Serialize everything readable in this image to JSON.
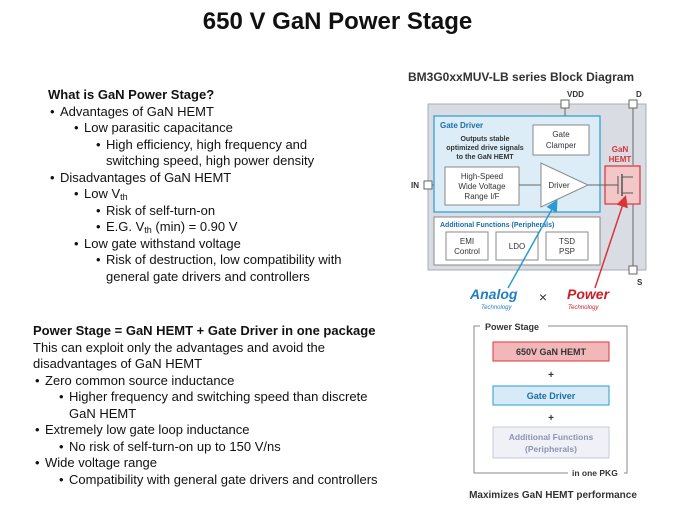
{
  "title": "650 V GaN Power Stage",
  "section1": {
    "heading": "What is GaN Power Stage?",
    "adv": "Advantages of GaN HEMT",
    "adv_low_cap": "Low parasitic capacitance",
    "adv_high_eff_1": "High efficiency, high frequency and",
    "adv_high_eff_2": "switching speed, high power density",
    "disadv": "Disadvantages of GaN HEMT",
    "low_vth_prefix": "Low V",
    "th": "th",
    "risk_self": "Risk of self-turn-on",
    "eg_prefix": "E.G. V",
    "eg_suffix": " (min) = 0.90 V",
    "low_gate": "Low gate withstand voltage",
    "risk_destr_1": "Risk of destruction, low compatibility with",
    "risk_destr_2": "general gate drivers and controllers"
  },
  "section2": {
    "heading": "Power Stage = GaN HEMT + Gate Driver in one package",
    "desc_1": "This can exploit only the advantages and avoid the",
    "desc_2": "disadvantages of GaN HEMT",
    "zero_csi": "Zero common source inductance",
    "higher_freq_1": "Higher frequency and switching speed than discrete",
    "higher_freq_2": "GaN HEMT",
    "low_loop": "Extremely low gate loop inductance",
    "no_risk": "No risk of self-turn-on up to 150 V/ns",
    "wide_v": "Wide voltage range",
    "compat": "Compatibility with general gate drivers and controllers"
  },
  "block_diagram": {
    "title": "BM3G0xxMUV-LB series Block Diagram",
    "vdd": "VDD",
    "d": "D",
    "s": "S",
    "in": "IN",
    "gate_driver": "Gate Driver",
    "outputs_1": "Outputs stable",
    "outputs_2": "optimized drive signals",
    "outputs_3": "to the GaN HEMT",
    "gate_clamper_1": "Gate",
    "gate_clamper_2": "Clamper",
    "hs_1": "High-Speed",
    "hs_2": "Wide Voltage",
    "hs_3": "Range I/F",
    "driver": "Driver",
    "gan_1": "GaN",
    "gan_2": "HEMT",
    "addl": "Additional Functions (Peripherals)",
    "emi_1": "EMI",
    "emi_2": "Control",
    "ldo": "LDO",
    "tsd_1": "TSD",
    "tsd_2": "PSP",
    "analog": "Analog",
    "analog_sub": "Technology",
    "times": "×",
    "power": "Power",
    "power_sub": "Technology"
  },
  "power_stage": {
    "title": "Power Stage",
    "gan": "650V GaN HEMT",
    "plus": "+",
    "gate_driver": "Gate Driver",
    "addl_1": "Additional Functions",
    "addl_2": "(Peripherals)",
    "in_one_pkg": "in one PKG",
    "caption": "Maximizes GaN HEMT performance"
  },
  "colors": {
    "gray_pkg": "#d9dce3",
    "gate_driver_fill": "#dcedf7",
    "blue": "#2b9bd1",
    "red": "#d9343a",
    "analog_blue": "#1f7fc0",
    "power_red": "#cc1e24"
  }
}
